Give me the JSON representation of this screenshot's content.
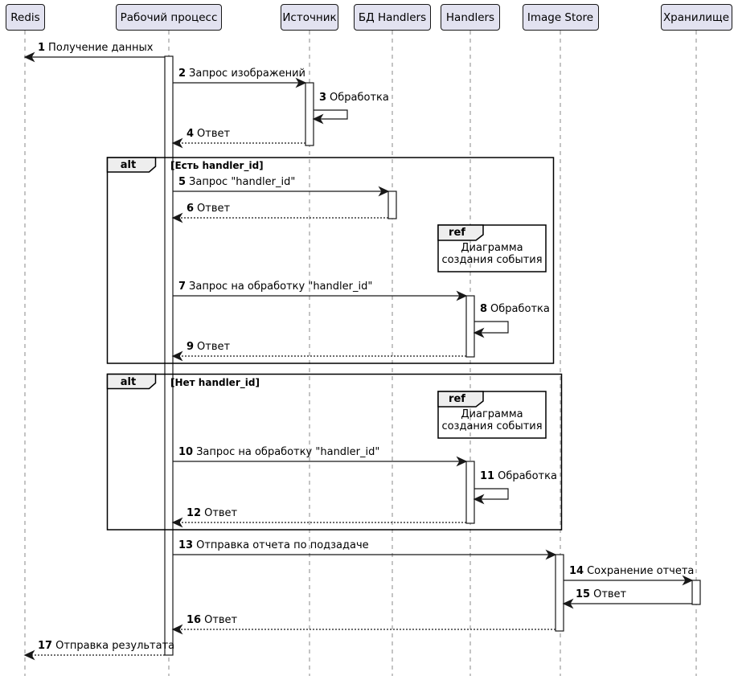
{
  "diagram": {
    "type": "sequence",
    "participants": [
      {
        "label": "Redis"
      },
      {
        "label": "Рабочий процесс"
      },
      {
        "label": "Источник"
      },
      {
        "label": "БД Handlers"
      },
      {
        "label": "Handlers"
      },
      {
        "label": "Image Store"
      },
      {
        "label": "Хранилище"
      }
    ],
    "messages": [
      {
        "num": "1",
        "text": "Получение данных",
        "from": "Рабочий процесс",
        "to": "Redis",
        "line": "solid",
        "kind": "message"
      },
      {
        "num": "2",
        "text": "Запрос изображений",
        "from": "Рабочий процесс",
        "to": "Источник",
        "line": "solid",
        "kind": "message"
      },
      {
        "num": "3",
        "text": "Обработка",
        "from": "Источник",
        "to": "Источник",
        "line": "solid",
        "kind": "self"
      },
      {
        "num": "4",
        "text": "Ответ",
        "from": "Источник",
        "to": "Рабочий процесс",
        "line": "dashed",
        "kind": "return"
      },
      {
        "num": "5",
        "text": "Запрос \"handler_id\"",
        "from": "Рабочий процесс",
        "to": "БД Handlers",
        "line": "solid",
        "kind": "message"
      },
      {
        "num": "6",
        "text": "Ответ",
        "from": "БД Handlers",
        "to": "Рабочий процесс",
        "line": "dashed",
        "kind": "return"
      },
      {
        "num": "7",
        "text": "Запрос на обработку \"handler_id\"",
        "from": "Рабочий процесс",
        "to": "Handlers",
        "line": "solid",
        "kind": "message"
      },
      {
        "num": "8",
        "text": "Обработка",
        "from": "Handlers",
        "to": "Handlers",
        "line": "solid",
        "kind": "self"
      },
      {
        "num": "9",
        "text": "Ответ",
        "from": "Handlers",
        "to": "Рабочий процесс",
        "line": "dashed",
        "kind": "return"
      },
      {
        "num": "10",
        "text": "Запрос на обработку \"handler_id\"",
        "from": "Рабочий процесс",
        "to": "Handlers",
        "line": "solid",
        "kind": "message"
      },
      {
        "num": "11",
        "text": "Обработка",
        "from": "Handlers",
        "to": "Handlers",
        "line": "solid",
        "kind": "self"
      },
      {
        "num": "12",
        "text": "Ответ",
        "from": "Handlers",
        "to": "Рабочий процесс",
        "line": "dashed",
        "kind": "return"
      },
      {
        "num": "13",
        "text": "Отправка отчета по подзадаче",
        "from": "Рабочий процесс",
        "to": "Image Store",
        "line": "solid",
        "kind": "message"
      },
      {
        "num": "14",
        "text": "Сохранение отчета",
        "from": "Image Store",
        "to": "Хранилище",
        "line": "solid",
        "kind": "message"
      },
      {
        "num": "15",
        "text": "Ответ",
        "from": "Хранилище",
        "to": "Image Store",
        "line": "solid",
        "kind": "return"
      },
      {
        "num": "16",
        "text": "Ответ",
        "from": "Image Store",
        "to": "Рабочий процесс",
        "line": "dashed",
        "kind": "return"
      },
      {
        "num": "17",
        "text": "Отправка результата",
        "from": "Рабочий процесс",
        "to": "Redis",
        "line": "dashed",
        "kind": "return"
      }
    ],
    "fragments": [
      {
        "operator": "alt",
        "guard": "[Есть handler_id]"
      },
      {
        "operator": "alt",
        "guard": "[Нет handler_id]"
      }
    ],
    "refs": [
      {
        "operator": "ref",
        "text": "Диаграмма создания события",
        "over": "Handlers"
      },
      {
        "operator": "ref",
        "text": "Диаграмма создания события",
        "over": "Handlers"
      }
    ],
    "colors": {
      "participant_fill": "#E2E2F0",
      "participant_border": "#181818",
      "frame_label_fill": "#EEEEEE",
      "line": "#181818",
      "lifeline": "#888888",
      "background": "#FFFFFF"
    }
  }
}
